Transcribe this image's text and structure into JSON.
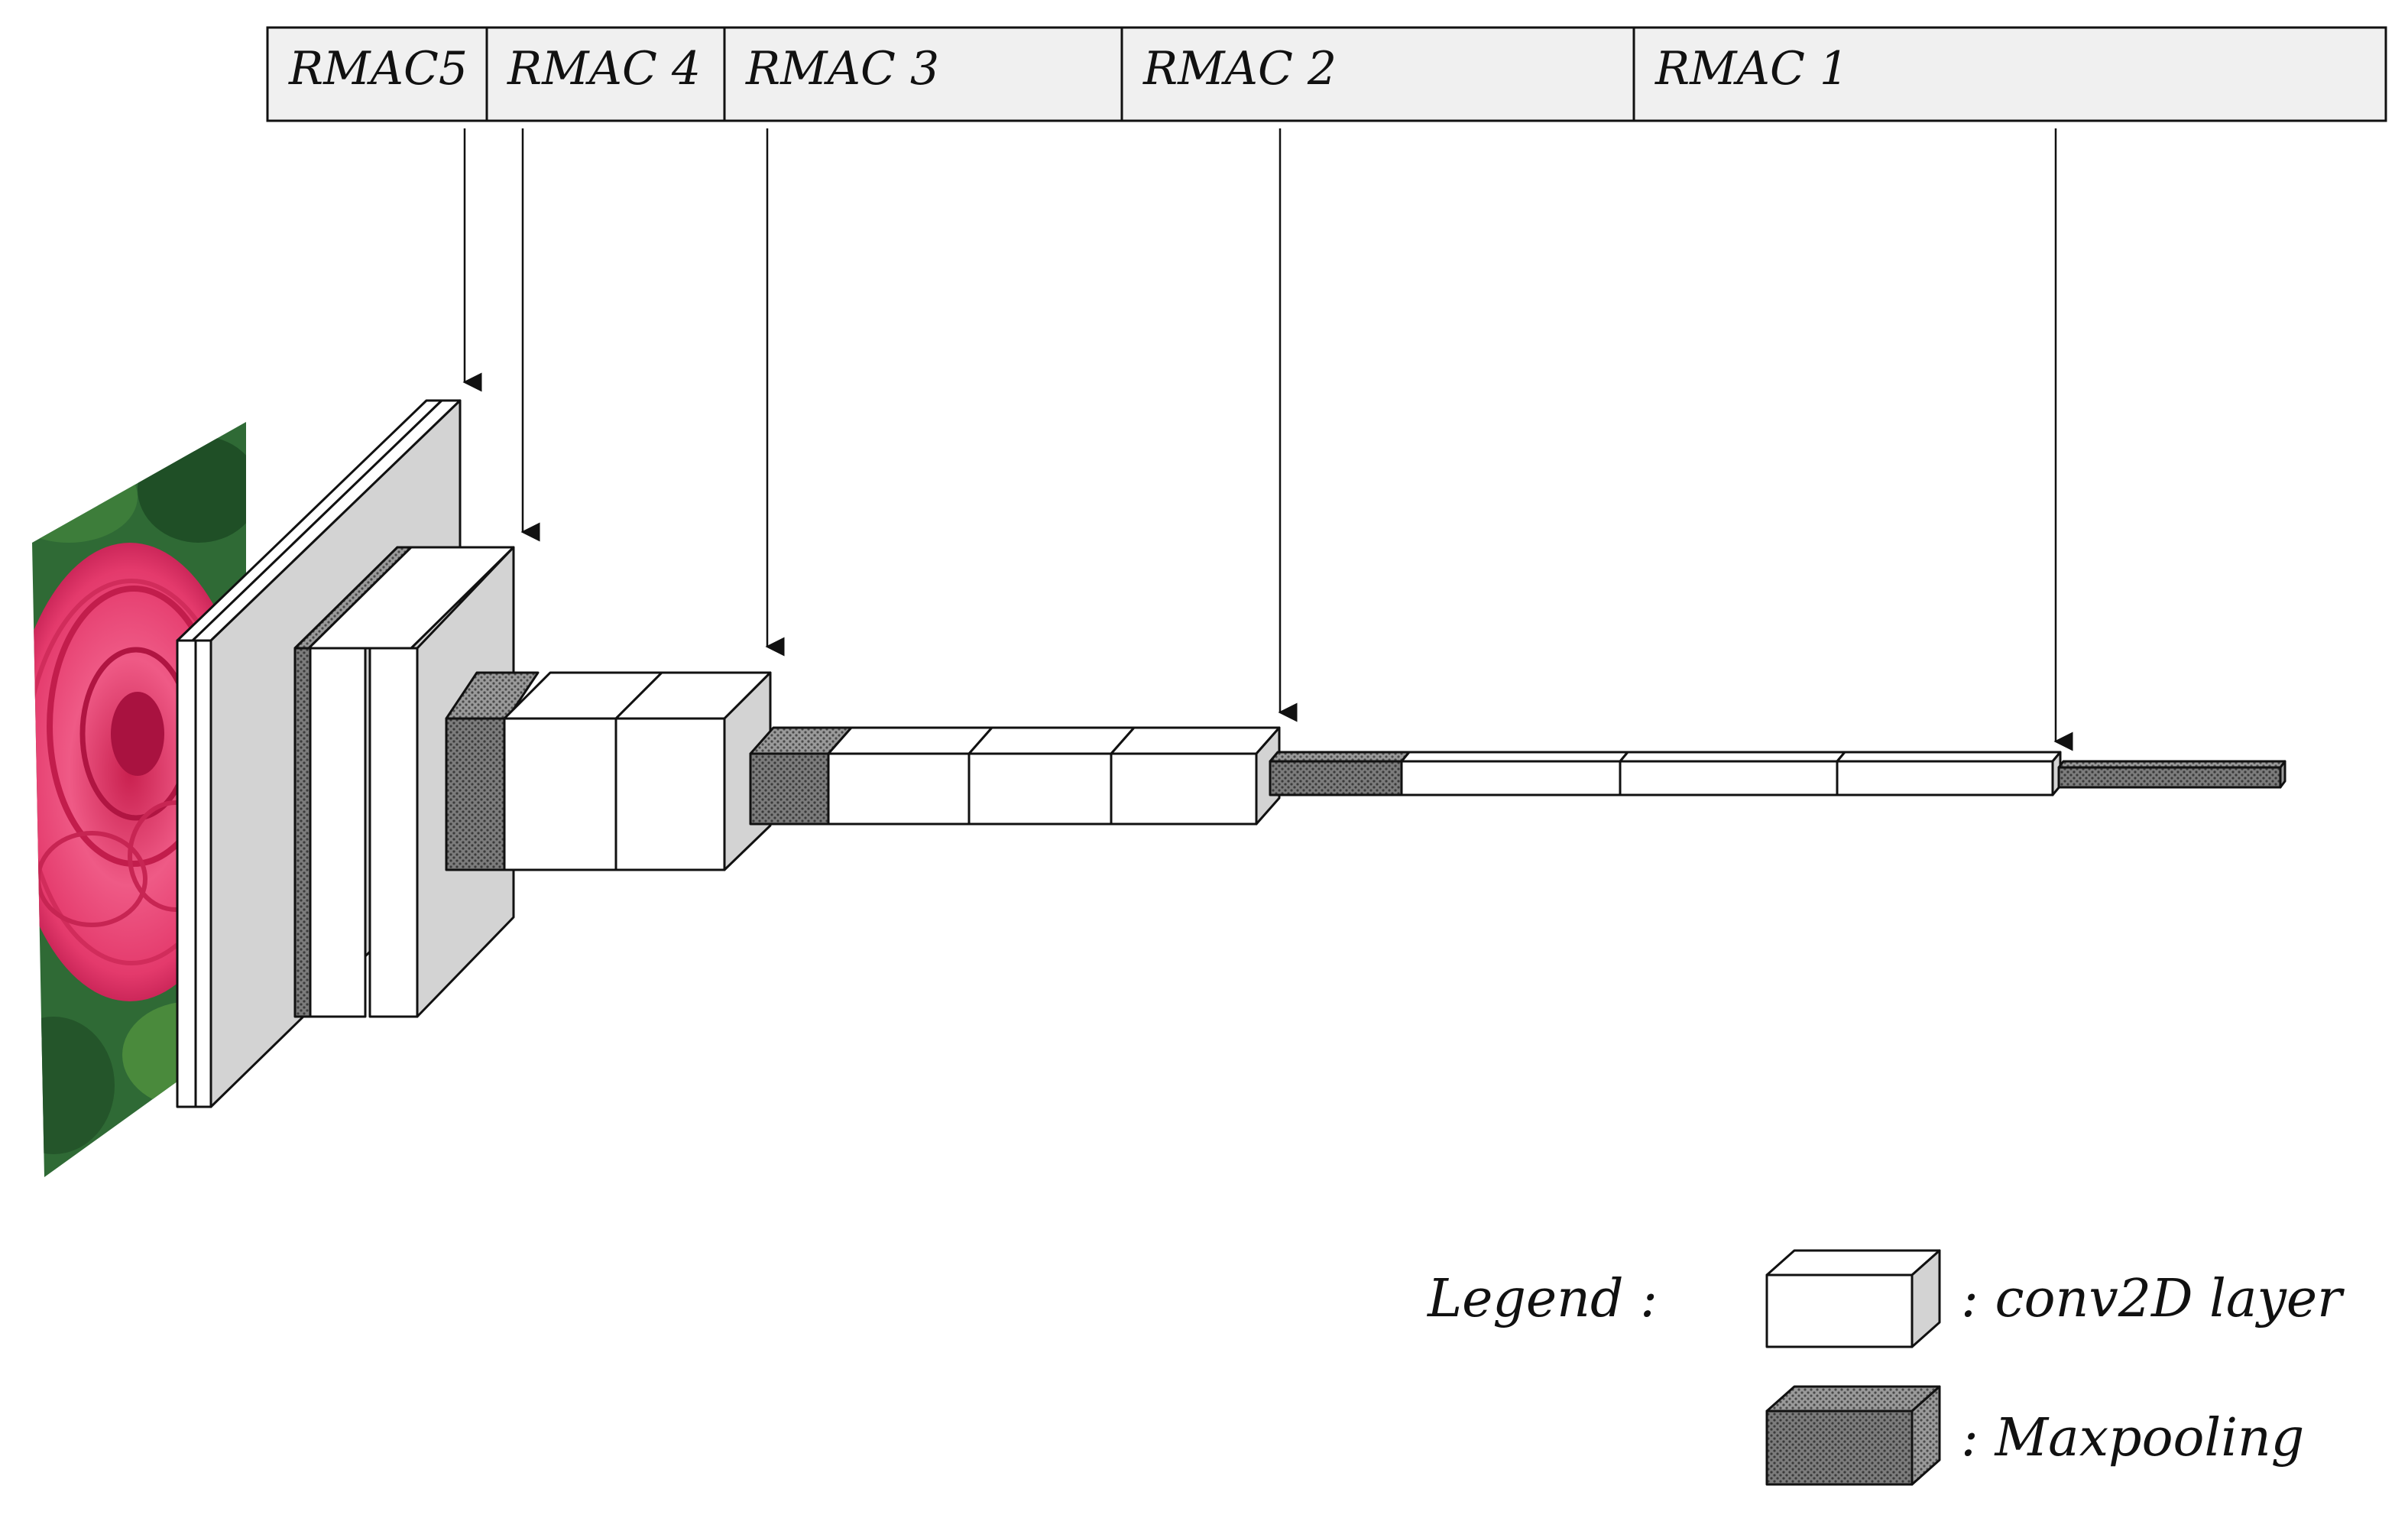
{
  "header": {
    "segments": [
      {
        "label": "RMAC5"
      },
      {
        "label": "RMAC 4"
      },
      {
        "label": "RMAC 3"
      },
      {
        "label": "RMAC 2"
      },
      {
        "label": "RMAC 1"
      }
    ]
  },
  "legend": {
    "title": "Legend :",
    "conv_label": ": conv2D layer",
    "pool_label": ": Maxpooling"
  },
  "colors": {
    "header_fill": "#f0f0f0",
    "block_face": "#ffffff",
    "block_side": "#d3d3d3",
    "pool_fill": "#8a8a8a",
    "stroke": "#111111",
    "rose": "#e8446f",
    "foliage": "#2f6a35"
  },
  "input_image": {
    "icon": "rose-photo"
  }
}
